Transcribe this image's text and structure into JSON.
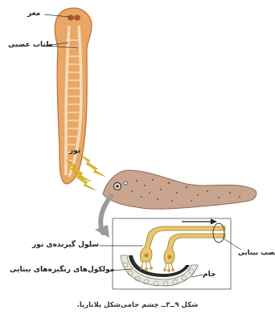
{
  "labels": {
    "brain": "مغز",
    "nerve_cords": "طناب عصبی",
    "light": "نور",
    "optic_nerve": "عصب بینایی",
    "photoreceptor_cell": "سلول گیرنده‌ی نور",
    "pigment_molecules": "مولکول‌های رنگیزه‌های بینایی",
    "cup": "جام"
  },
  "caption": "شکل ۹ــ۳ــ چشم جامی‌شکل پلاناریا.",
  "colors": {
    "worm_fill": "#e8a766",
    "worm_stroke": "#c0743a",
    "nerve": "#f6dcb8",
    "planarian_body": "#c9a48e",
    "planarian_spots": "#8a6050",
    "light_rays": "#e2c224",
    "cells": "#e7c66c",
    "pigment": "#2b2b2b",
    "cup": "#ece7dc"
  }
}
